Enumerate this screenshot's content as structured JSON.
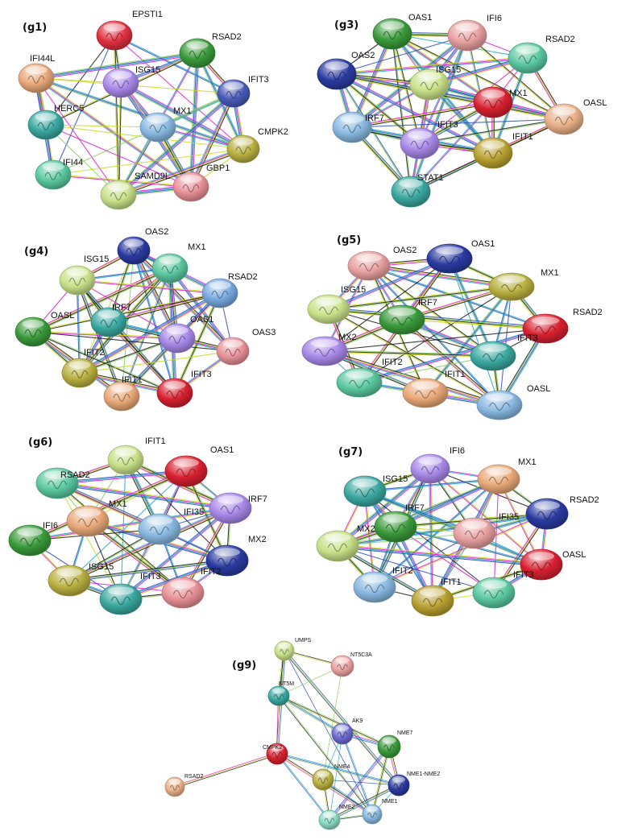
{
  "panels": [
    {
      "id": "g1",
      "label": "(g1)",
      "nodes": [
        {
          "name": "EPSTI1",
          "color": "#e03040"
        },
        {
          "name": "RSAD2",
          "color": "#3a9a3a"
        },
        {
          "name": "IFI44L",
          "color": "#e8a878"
        },
        {
          "name": "ISG15",
          "color": "#a888e8"
        },
        {
          "name": "IFIT3",
          "color": "#4a5ab8"
        },
        {
          "name": "HERC5",
          "color": "#3aa8a0"
        },
        {
          "name": "MX1",
          "color": "#88b8e0"
        },
        {
          "name": "CMPK2",
          "color": "#b8b040"
        },
        {
          "name": "IFI44",
          "color": "#5ac8a0"
        },
        {
          "name": "SAMD9L",
          "color": "#c8e088"
        },
        {
          "name": "GBP1",
          "color": "#e89098"
        }
      ]
    },
    {
      "id": "g3",
      "label": "(g3)",
      "nodes": [
        {
          "name": "OAS1",
          "color": "#3a9a3a"
        },
        {
          "name": "IFI6",
          "color": "#e8a0a0"
        },
        {
          "name": "OAS2",
          "color": "#2a3aa0"
        },
        {
          "name": "RSAD2",
          "color": "#5ac8a0"
        },
        {
          "name": "ISG15",
          "color": "#c8e088"
        },
        {
          "name": "MX1",
          "color": "#d82030"
        },
        {
          "name": "IRF7",
          "color": "#88b8e0"
        },
        {
          "name": "OASL",
          "color": "#e8b088"
        },
        {
          "name": "IFIT3",
          "color": "#a888e8"
        },
        {
          "name": "IFIT1",
          "color": "#b8a030"
        },
        {
          "name": "STAT1",
          "color": "#3aa8a0"
        }
      ]
    },
    {
      "id": "g4",
      "label": "(g4)",
      "nodes": [
        {
          "name": "OAS2",
          "color": "#2a3aa0"
        },
        {
          "name": "MX1",
          "color": "#5ac8a0"
        },
        {
          "name": "ISG15",
          "color": "#c8e088"
        },
        {
          "name": "RSAD2",
          "color": "#78a8e0"
        },
        {
          "name": "IRF7",
          "color": "#3aa8a0"
        },
        {
          "name": "OASL",
          "color": "#3a9a3a"
        },
        {
          "name": "OAS1",
          "color": "#a888e8"
        },
        {
          "name": "OAS3",
          "color": "#e89098"
        },
        {
          "name": "IFIT2",
          "color": "#b8b040"
        },
        {
          "name": "IFIT1",
          "color": "#e8a878"
        },
        {
          "name": "IFIT3",
          "color": "#d82030"
        }
      ]
    },
    {
      "id": "g5",
      "label": "(g5)",
      "nodes": [
        {
          "name": "OAS2",
          "color": "#e8a0a0"
        },
        {
          "name": "OAS1",
          "color": "#2a3aa0"
        },
        {
          "name": "MX1",
          "color": "#b8b040"
        },
        {
          "name": "ISG15",
          "color": "#c8e088"
        },
        {
          "name": "IRF7",
          "color": "#3a9a3a"
        },
        {
          "name": "RSAD2",
          "color": "#d82030"
        },
        {
          "name": "MX2",
          "color": "#a888e8"
        },
        {
          "name": "IFIT3",
          "color": "#3aa8a0"
        },
        {
          "name": "IFIT2",
          "color": "#5ac8a0"
        },
        {
          "name": "IFIT1",
          "color": "#e8a878"
        },
        {
          "name": "OASL",
          "color": "#88b8e0"
        }
      ]
    },
    {
      "id": "g6",
      "label": "(g6)",
      "nodes": [
        {
          "name": "IFIT1",
          "color": "#c8e088"
        },
        {
          "name": "OAS1",
          "color": "#d82030"
        },
        {
          "name": "RSAD2",
          "color": "#5ac8a0"
        },
        {
          "name": "IRF7",
          "color": "#a888e8"
        },
        {
          "name": "MX1",
          "color": "#e8a878"
        },
        {
          "name": "IFI35",
          "color": "#88b8e0"
        },
        {
          "name": "IFI6",
          "color": "#3a9a3a"
        },
        {
          "name": "MX2",
          "color": "#2a3aa0"
        },
        {
          "name": "ISG15",
          "color": "#b8b040"
        },
        {
          "name": "IFIT2",
          "color": "#e89098"
        },
        {
          "name": "IFIT3",
          "color": "#3aa8a0"
        }
      ]
    },
    {
      "id": "g7",
      "label": "(g7)",
      "nodes": [
        {
          "name": "IFI6",
          "color": "#a888e8"
        },
        {
          "name": "MX1",
          "color": "#e8a878"
        },
        {
          "name": "ISG15",
          "color": "#3aa8a0"
        },
        {
          "name": "RSAD2",
          "color": "#2a3aa0"
        },
        {
          "name": "IRF7",
          "color": "#3a9a3a"
        },
        {
          "name": "IFI35",
          "color": "#e8a0a0"
        },
        {
          "name": "MX2",
          "color": "#c8e088"
        },
        {
          "name": "OASL",
          "color": "#d82030"
        },
        {
          "name": "IFIT2",
          "color": "#88b8e0"
        },
        {
          "name": "IFIT1",
          "color": "#b8a030"
        },
        {
          "name": "IFIT3",
          "color": "#5ac8a0"
        }
      ]
    },
    {
      "id": "g9",
      "label": "(g9)",
      "nodes": [
        {
          "name": "UMPS",
          "color": "#c8e088"
        },
        {
          "name": "NT5C3A",
          "color": "#e8a0a0"
        },
        {
          "name": "NT5M",
          "color": "#3aa8a0"
        },
        {
          "name": "AK9",
          "color": "#6a6ad0"
        },
        {
          "name": "NME7",
          "color": "#3a9a3a"
        },
        {
          "name": "CMPK2",
          "color": "#d82030"
        },
        {
          "name": "NME4",
          "color": "#b8b040"
        },
        {
          "name": "NME1-NME2",
          "color": "#2a3aa0"
        },
        {
          "name": "RSAD2",
          "color": "#e8b088"
        },
        {
          "name": "NME2",
          "color": "#88d8c0"
        },
        {
          "name": "NME1",
          "color": "#88b8e0"
        }
      ]
    }
  ],
  "edge_colors": [
    "#1a1a1a",
    "#c8d820",
    "#e020d0",
    "#20a8c8",
    "#3050c0",
    "#8ad060"
  ]
}
